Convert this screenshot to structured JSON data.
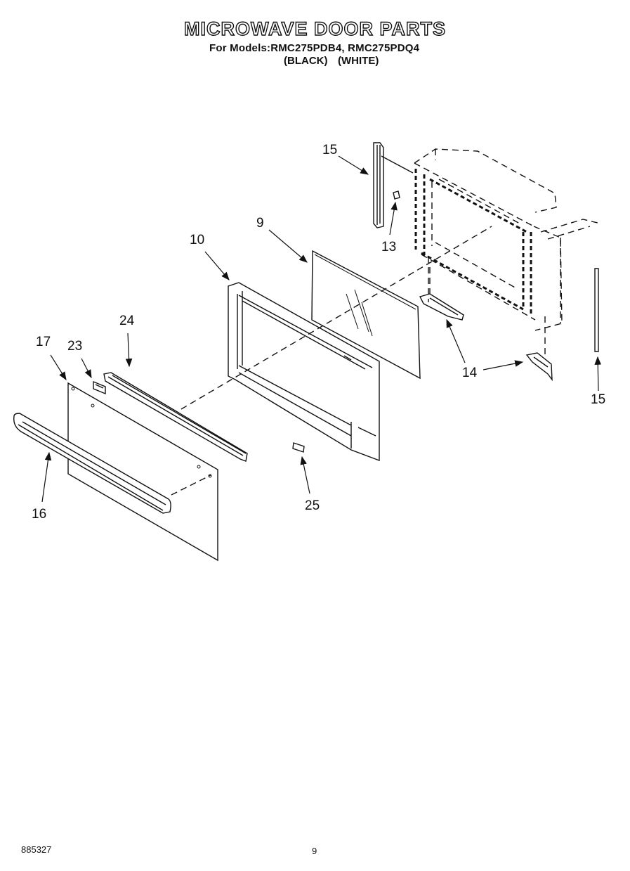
{
  "header": {
    "title": "MICROWAVE DOOR PARTS",
    "models_line": "For Models:RMC275PDB4, RMC275PDQ4",
    "color_black": "(BLACK)",
    "color_white": "(WHITE)"
  },
  "callouts": {
    "c9": "9",
    "c10": "10",
    "c13": "13",
    "c14": "14",
    "c15_top": "15",
    "c15_right": "15",
    "c16": "16",
    "c17": "17",
    "c23": "23",
    "c24": "24",
    "c25": "25"
  },
  "footer": {
    "doc_number": "885327",
    "page_number": "9"
  }
}
